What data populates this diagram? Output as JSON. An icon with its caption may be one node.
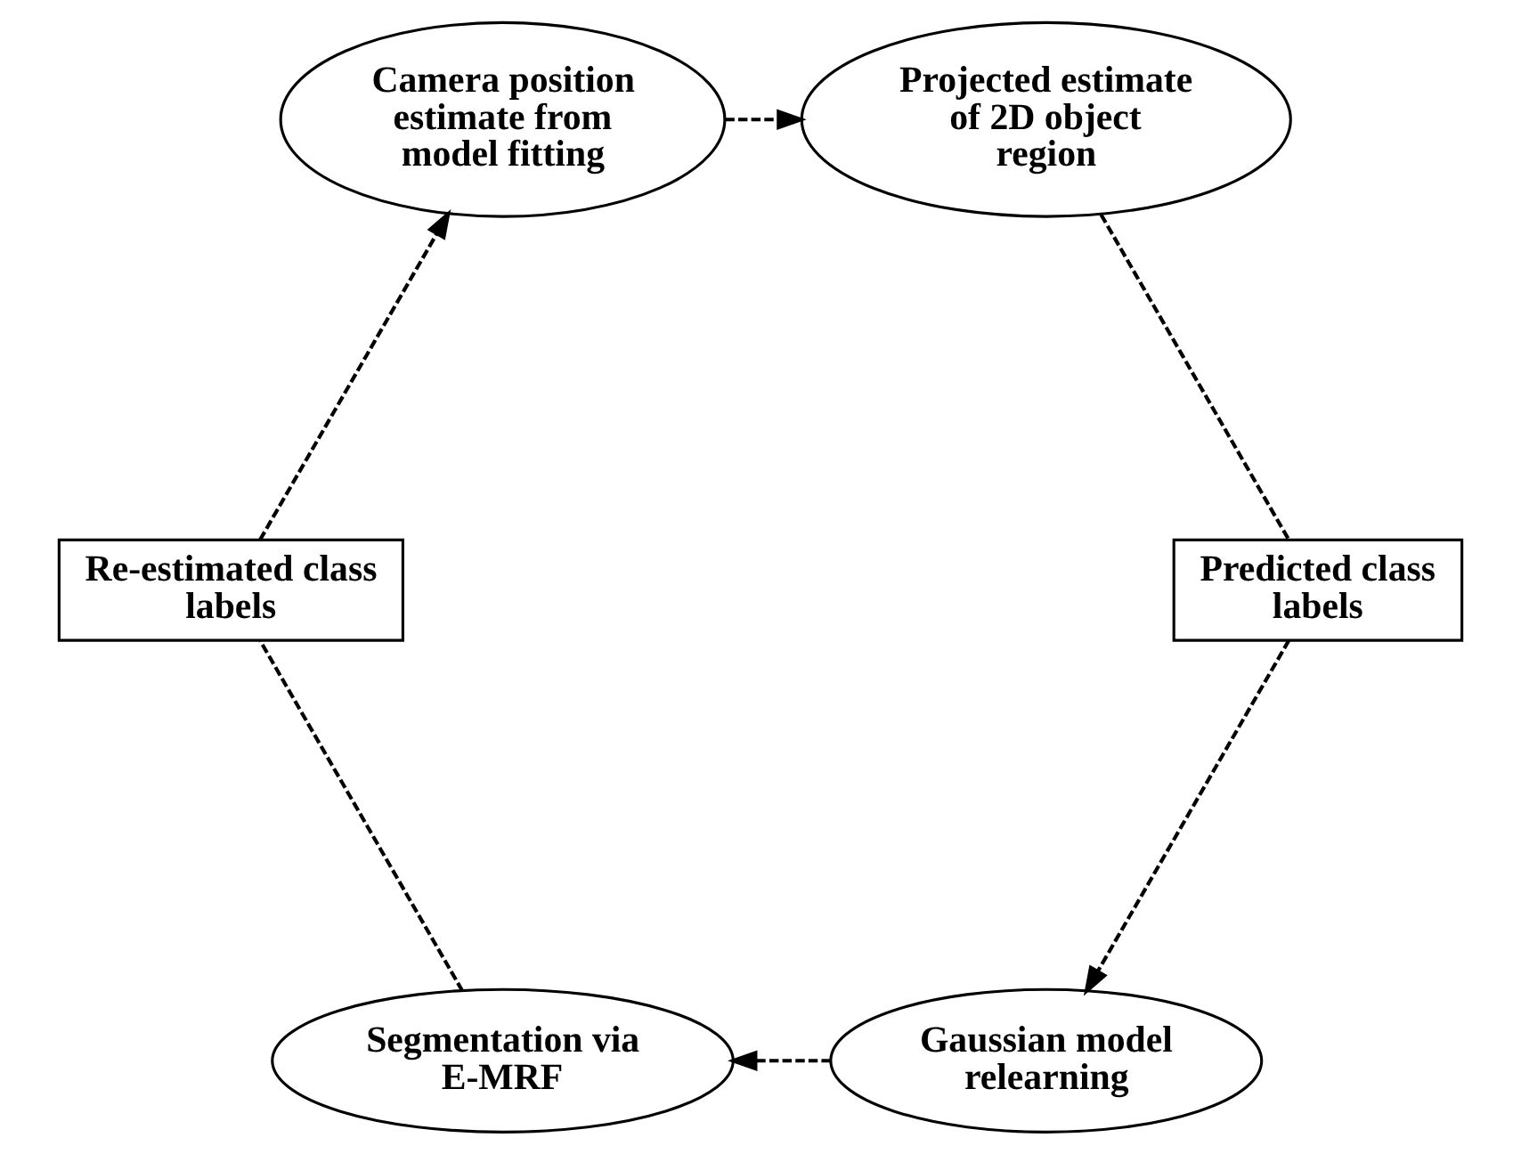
{
  "diagram": {
    "nodes": [
      {
        "text": [
          "Gaussian model relearning"
        ]
      },
      {
        "text": [
          "Segmentation via E-MRF"
        ]
      },
      {
        "text": [
          "Re-estimated class labels"
        ]
      },
      {
        "text": [
          "Camera position estimate from model fitting"
        ]
      },
      {
        "text": [
          "Projected estimate of 2D object region"
        ]
      },
      {
        "text": [
          "Predicted class labels"
        ]
      }
    ],
    "edges": [
      {
        "from": 0,
        "to": 1,
        "arrow": "to",
        "style": "dashed"
      },
      {
        "from": 1,
        "to": 2,
        "arrow": "none",
        "style": "dashed"
      },
      {
        "from": 2,
        "to": 3,
        "arrow": "to",
        "style": "dashed"
      },
      {
        "from": 3,
        "to": 4,
        "arrow": "to",
        "style": "dashed"
      },
      {
        "from": 4,
        "to": 5,
        "arrow": "none",
        "style": "dashed"
      },
      {
        "from": 5,
        "to": 0,
        "arrow": "to",
        "style": "dashed"
      }
    ]
  }
}
